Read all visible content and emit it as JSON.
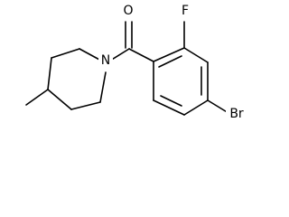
{
  "structure": {
    "atoms": {
      "oxygen": "O",
      "nitrogen": "N",
      "fluorine": "F",
      "bromine": "Br"
    }
  },
  "colors": {
    "background": "#ffffff",
    "ink": "#000000"
  }
}
